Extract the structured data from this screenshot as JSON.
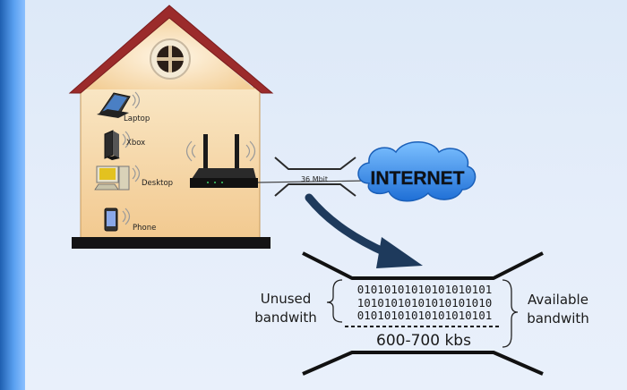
{
  "devices": [
    {
      "label": "Laptop",
      "icon": "laptop-icon"
    },
    {
      "label": "Xbox",
      "icon": "xbox-icon"
    },
    {
      "label": "Desktop",
      "icon": "desktop-icon"
    },
    {
      "label": "Phone",
      "icon": "phone-icon"
    }
  ],
  "link_speed": "36 Mbit",
  "cloud_label": "INTERNET",
  "detail": {
    "unused_label_line1": "Unused",
    "unused_label_line2": "bandwith",
    "available_label_line1": "Available",
    "available_label_line2": "bandwith",
    "bit_rows": [
      "01010101010101010101",
      "10101010101010101010",
      "01010101010101010101"
    ],
    "rate_label": "600-700 kbs"
  },
  "colors": {
    "accent_bar": "#3b82e0",
    "roof": "#9b2b2b",
    "house_wall": "#f6d9a8",
    "arrow": "#1e3a5c",
    "cloud": "#2f86e6"
  }
}
